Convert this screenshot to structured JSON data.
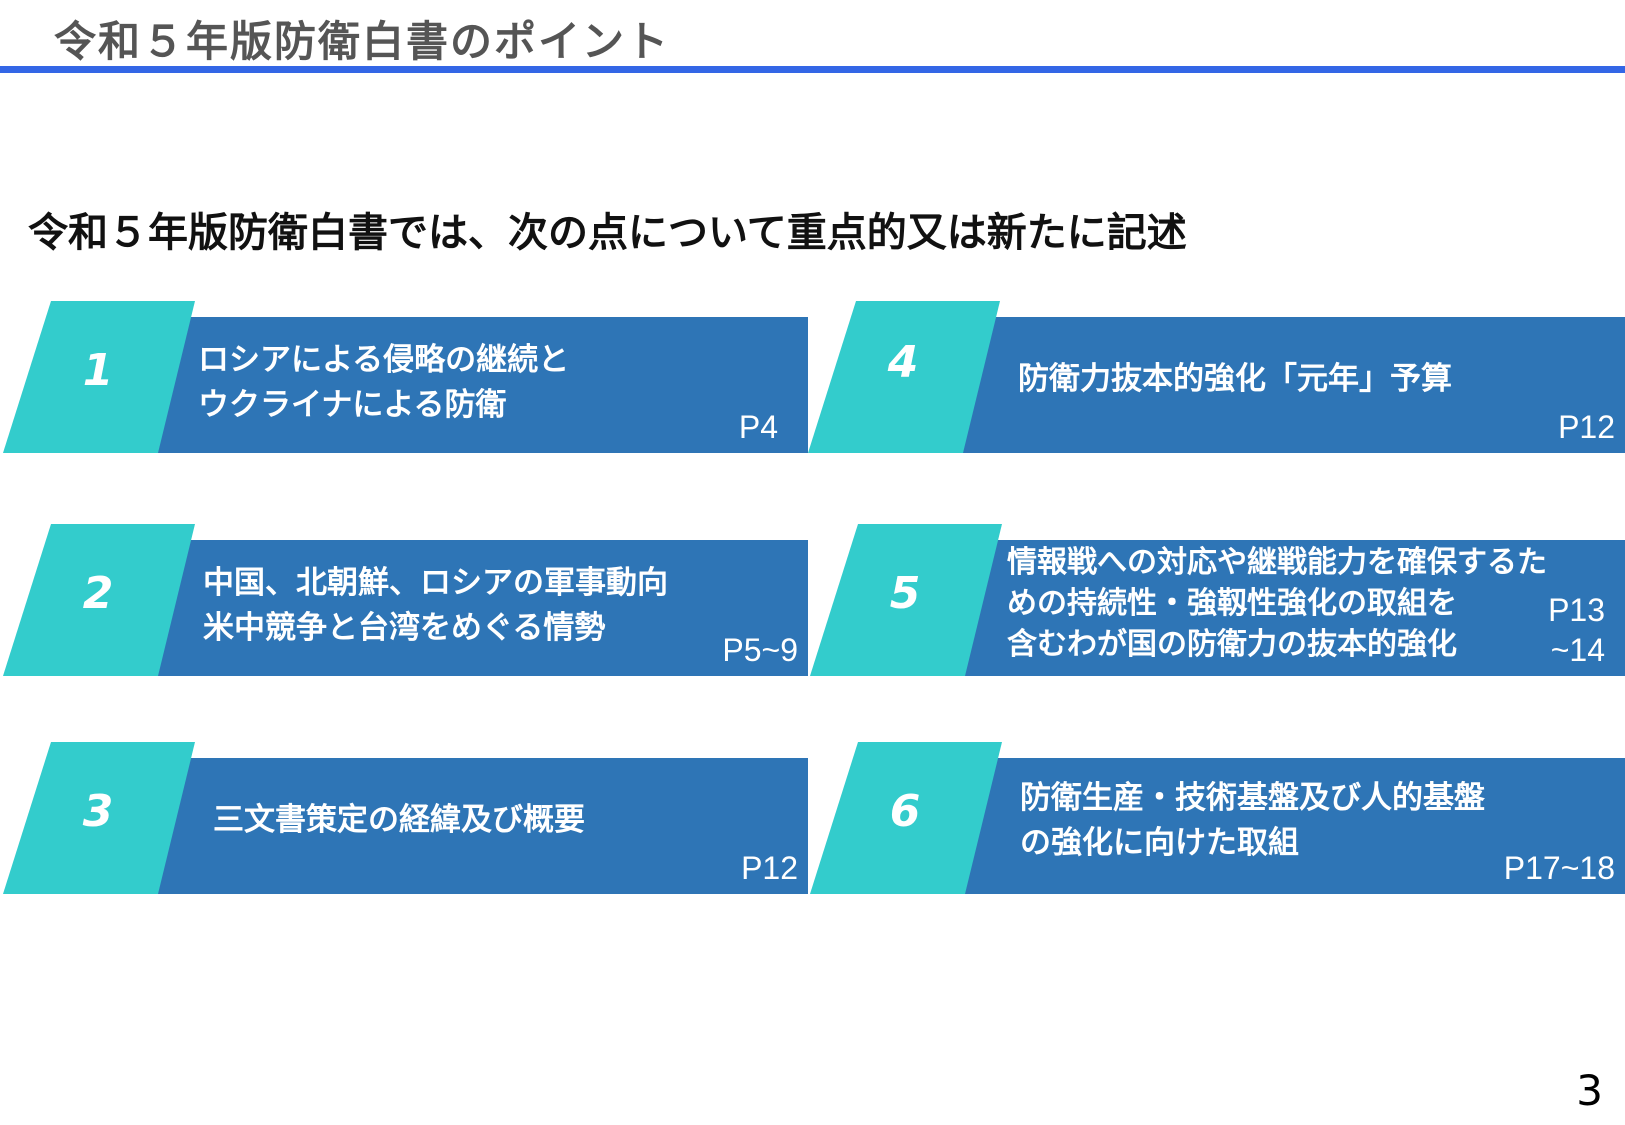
{
  "header": {
    "title": "令和５年版防衛白書のポイント",
    "rule_color": "#3366e6"
  },
  "lead": "令和５年版防衛白書では、次の点について重点的又は新たに記述",
  "colors": {
    "tab": "#33cccc",
    "bar": "#2e75b6"
  },
  "points": [
    {
      "number": "1",
      "text": "ロシアによる侵略の継続と\nウクライナによる防衛",
      "page": "P4"
    },
    {
      "number": "2",
      "text": "中国、北朝鮮、ロシアの軍事動向\n米中競争と台湾をめぐる情勢",
      "page": "P5~9"
    },
    {
      "number": "3",
      "text": "三文書策定の経緯及び概要",
      "page": "P12"
    },
    {
      "number": "4",
      "text": "防衛力抜本的強化「元年」予算",
      "page": "P12"
    },
    {
      "number": "5",
      "text": "情報戦への対応や継戦能力を確保するた\nめの持続性・強靱性強化の取組を\n含むわが国の防衛力の抜本的強化",
      "page": "P13\n~14"
    },
    {
      "number": "6",
      "text": "防衛生産・技術基盤及び人的基盤\nの強化に向けた取組",
      "page": "P17~18"
    }
  ],
  "page_number": "3"
}
